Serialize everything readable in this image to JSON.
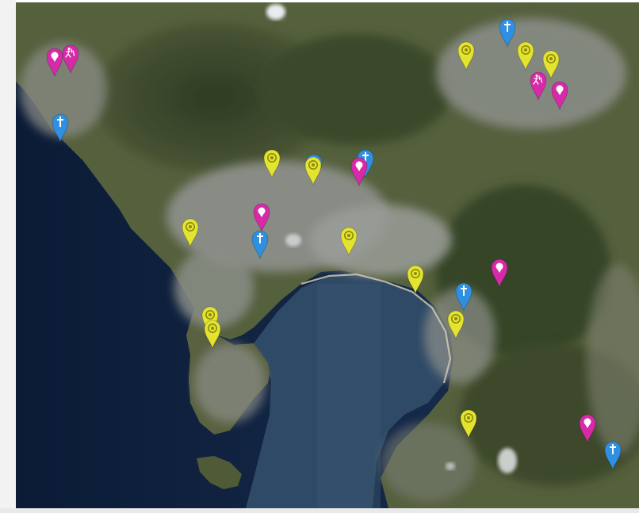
{
  "map": {
    "view": "satellite",
    "colors": {
      "ocean_deep": "#0d1f3d",
      "ocean": "#1d3556",
      "bay": "#31506c",
      "land_dark": "#3a4a2c",
      "land": "#55603d",
      "urban": "#8f938f",
      "urban_light": "#b4b6b2",
      "beach": "#d8d2b8"
    },
    "legend_colors": {
      "church": "#2f8fe0",
      "poi_yellow": "#e4e430",
      "poi_magenta": "#d62aa8"
    },
    "markers": [
      {
        "type": "church",
        "icon": "cross-icon",
        "color": "#2f8fe0"
      },
      {
        "type": "poi",
        "icon": "ring-icon",
        "color": "#e4e430"
      },
      {
        "type": "poi",
        "icon": "ring-icon",
        "color": "#e4e430"
      },
      {
        "type": "poi",
        "icon": "ring-icon",
        "color": "#e4e430"
      },
      {
        "type": "poi",
        "icon": "runner-icon",
        "color": "#d62aa8"
      },
      {
        "type": "poi",
        "icon": "location-icon",
        "color": "#d62aa8"
      },
      {
        "type": "poi",
        "icon": "location-icon",
        "color": "#d62aa8"
      },
      {
        "type": "poi",
        "icon": "runner-icon",
        "color": "#d62aa8"
      },
      {
        "type": "church",
        "icon": "cross-icon",
        "color": "#2f8fe0"
      },
      {
        "type": "poi",
        "icon": "ring-icon",
        "color": "#e4e430"
      },
      {
        "type": "church",
        "icon": "cross-icon",
        "color": "#2f8fe0"
      },
      {
        "type": "poi",
        "icon": "ring-icon",
        "color": "#e4e430"
      },
      {
        "type": "church",
        "icon": "cross-icon",
        "color": "#2f8fe0"
      },
      {
        "type": "poi",
        "icon": "location-icon",
        "color": "#d62aa8"
      },
      {
        "type": "poi",
        "icon": "ring-icon",
        "color": "#e4e430"
      },
      {
        "type": "poi",
        "icon": "location-icon",
        "color": "#d62aa8"
      },
      {
        "type": "church",
        "icon": "cross-icon",
        "color": "#2f8fe0"
      },
      {
        "type": "poi",
        "icon": "ring-icon",
        "color": "#e4e430"
      },
      {
        "type": "poi",
        "icon": "location-icon",
        "color": "#d62aa8"
      },
      {
        "type": "poi",
        "icon": "ring-icon",
        "color": "#e4e430"
      },
      {
        "type": "church",
        "icon": "cross-icon",
        "color": "#2f8fe0"
      },
      {
        "type": "poi",
        "icon": "ring-icon",
        "color": "#e4e430"
      },
      {
        "type": "poi",
        "icon": "ring-icon",
        "color": "#e4e430"
      },
      {
        "type": "poi",
        "icon": "ring-icon",
        "color": "#e4e430"
      },
      {
        "type": "poi",
        "icon": "ring-icon",
        "color": "#e4e430"
      },
      {
        "type": "poi",
        "icon": "location-icon",
        "color": "#d62aa8"
      },
      {
        "type": "church",
        "icon": "cross-icon",
        "color": "#2f8fe0"
      }
    ]
  }
}
